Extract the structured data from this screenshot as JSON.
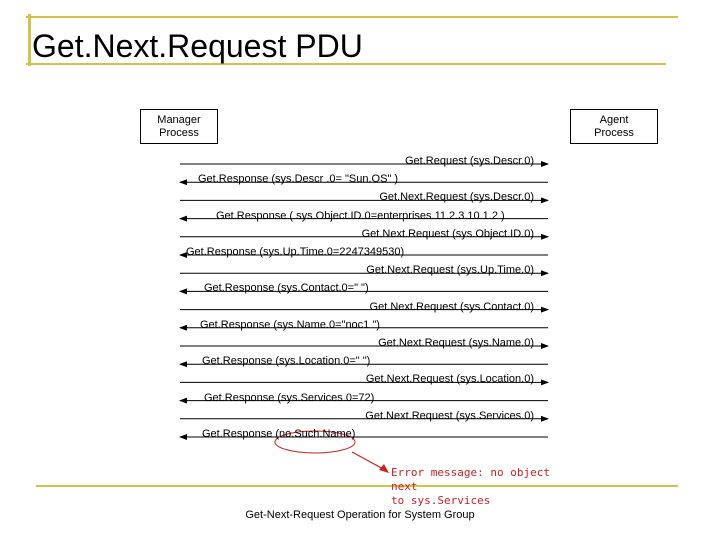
{
  "slide": {
    "title": "Get.Next.Request PDU",
    "accent_color": "#d4c24a"
  },
  "diagram": {
    "manager_label": "Manager\nProcess",
    "agent_label": "Agent\nProcess",
    "messages": [
      {
        "text": "Get.Request (sys.Descr.0)",
        "direction": "to-agent"
      },
      {
        "text": "Get.Response (sys.Descr .0= \"Sun.OS\" )",
        "direction": "to-manager"
      },
      {
        "text": "Get.Next.Request (sys.Descr.0)",
        "direction": "to-agent"
      },
      {
        "text": "Get.Response ( sys.Object.ID.0=enterprises.11.2.3.10.1.2 )",
        "direction": "to-manager"
      },
      {
        "text": "Get.Next.Request (sys.Object.ID.0)",
        "direction": "to-agent"
      },
      {
        "text": "Get.Response (sys.Up.Time.0=2247349530)",
        "direction": "to-manager"
      },
      {
        "text": "Get.Next.Request (sys.Up.Time.0)",
        "direction": "to-agent"
      },
      {
        "text": "Get.Response (sys.Contact.0=\" \")",
        "direction": "to-manager"
      },
      {
        "text": "Get.Next.Request (sys.Contact.0)",
        "direction": "to-agent"
      },
      {
        "text": "Get.Response (sys.Name.0=\"noc1 \")",
        "direction": "to-manager"
      },
      {
        "text": "Get.Next.Request (sys.Name.0)",
        "direction": "to-agent"
      },
      {
        "text": "Get.Response (sys.Location.0=\" \")",
        "direction": "to-manager"
      },
      {
        "text": "Get.Next.Request (sys.Location.0)",
        "direction": "to-agent"
      },
      {
        "text": "Get.Response (sys.Services.0=72)",
        "direction": "to-manager"
      },
      {
        "text": "Get.Next.Request (sys.Services.0)",
        "direction": "to-agent"
      },
      {
        "text": "Get.Response (no.Such.Name)",
        "direction": "to-manager"
      }
    ],
    "error_note": "Error message: no object next\nto sys.Services",
    "error_color": "#cc2222",
    "caption": "Get-Next-Request Operation for System Group"
  }
}
